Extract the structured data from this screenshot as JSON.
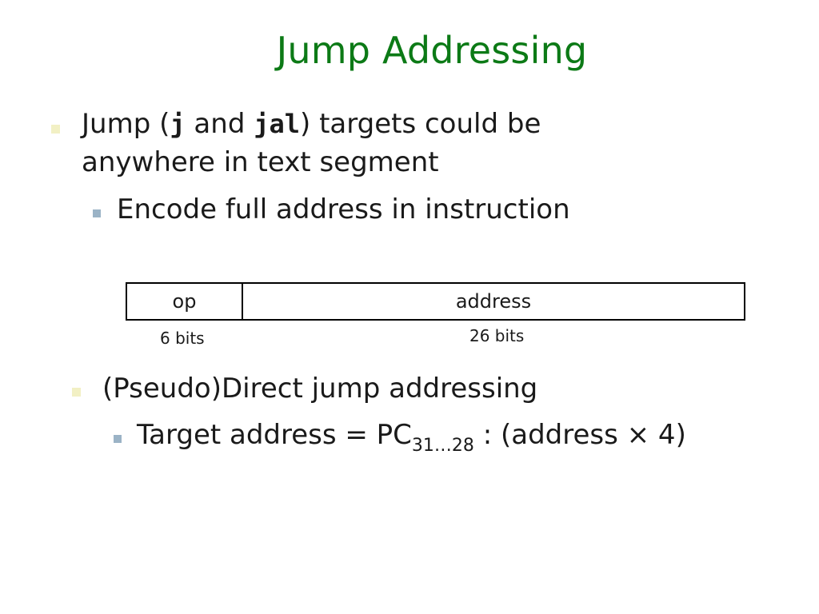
{
  "slide": {
    "title": "Jump Addressing"
  },
  "bullets": {
    "b1": {
      "prefix": "Jump (",
      "code1": "j",
      "mid": " and ",
      "code2": "jal",
      "suffix": ") targets could be",
      "line2": "anywhere in text segment",
      "sub1": "Encode full address in instruction"
    },
    "b2": {
      "text": "(Pseudo)Direct jump addressing",
      "sub_prefix": "Target address = PC",
      "sub_subscript": "31…28",
      "sub_suffix": " : (address × 4)"
    }
  },
  "format": {
    "fields": [
      {
        "name": "op",
        "width_label": "6 bits"
      },
      {
        "name": "address",
        "width_label": "26 bits"
      }
    ]
  },
  "colors": {
    "title": "#0c7a16",
    "bullet_level1": "#f2f0c4",
    "bullet_level2": "#9bb3c6",
    "text": "#1a1a1a",
    "table_border": "#000000"
  }
}
